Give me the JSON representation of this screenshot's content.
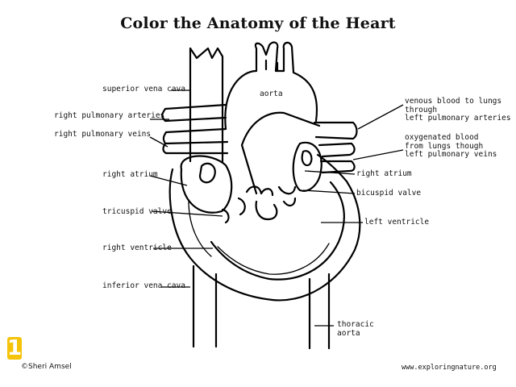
{
  "title": "Color the Anatomy of the Heart",
  "labels": {
    "superior_vena_cava": "superior vena cava",
    "aorta": "aorta",
    "right_pulmonary_arteries": "right pulmonary arteries",
    "right_pulmonary_veins": "right pulmonary veins",
    "right_atrium_left": "right atrium",
    "tricuspid_valve": "tricuspid valve",
    "right_ventricle": "right ventricle",
    "inferior_vena_cava": "inferior vena cava",
    "venous_blood": "venous blood to lungs\nthrough\nleft pulmonary arteries",
    "oxygenated_blood": "oxygenated blood\nfrom lungs though\nleft pulmonary veins",
    "right_atrium_right": "right atrium",
    "bicuspid_valve": "bicuspid valve",
    "left_ventricle": "left ventricle",
    "thoracic_aorta": "thoracic\naorta"
  },
  "footer": {
    "copyright": "©Sheri Amsel",
    "website": "www.exploringnature.org"
  },
  "badge": "1"
}
